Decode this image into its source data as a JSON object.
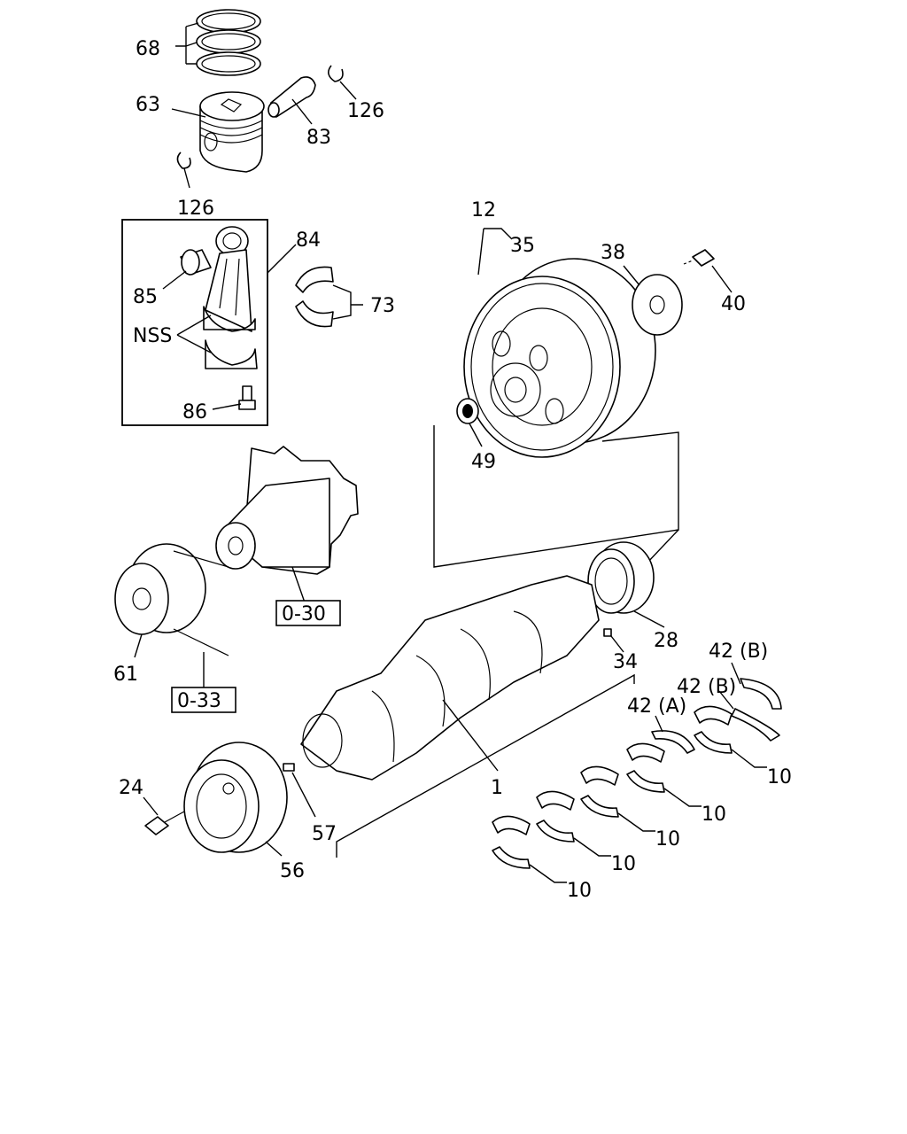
{
  "labels": {
    "p68": "68",
    "p63": "63",
    "p83": "83",
    "p126a": "126",
    "p126b": "126",
    "p12": "12",
    "p35": "35",
    "p38": "38",
    "p40": "40",
    "p84": "84",
    "p85": "85",
    "p73": "73",
    "nss": "NSS",
    "p86": "86",
    "p49": "49",
    "p28": "28",
    "p34": "34",
    "p61": "61",
    "p1": "1",
    "p24": "24",
    "p57": "57",
    "p56": "56",
    "p42b1": "42 (B)",
    "p42b2": "42 (B)",
    "p42a": "42 (A)",
    "p10a": "10",
    "p10b": "10",
    "p10c": "10",
    "p10d": "10",
    "p10e": "10"
  },
  "refs": {
    "water_pump": "0-30",
    "fan_pulley": "0-33"
  }
}
